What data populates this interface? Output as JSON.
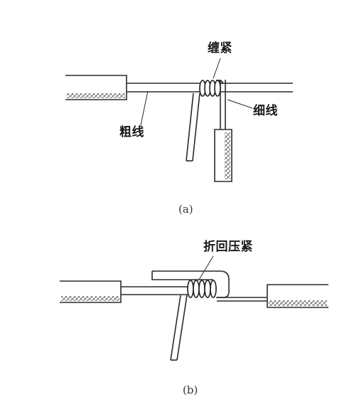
{
  "figure_a": {
    "caption": "(a)",
    "label_wrap_tight": "缠紧",
    "label_thin_wire": "细线",
    "label_thick_wire": "粗线"
  },
  "figure_b": {
    "caption": "(b)",
    "label_fold_press": "折回压紧"
  },
  "colors": {
    "stroke": "#2a2a2a",
    "hatch": "#555555",
    "background": "#ffffff"
  }
}
